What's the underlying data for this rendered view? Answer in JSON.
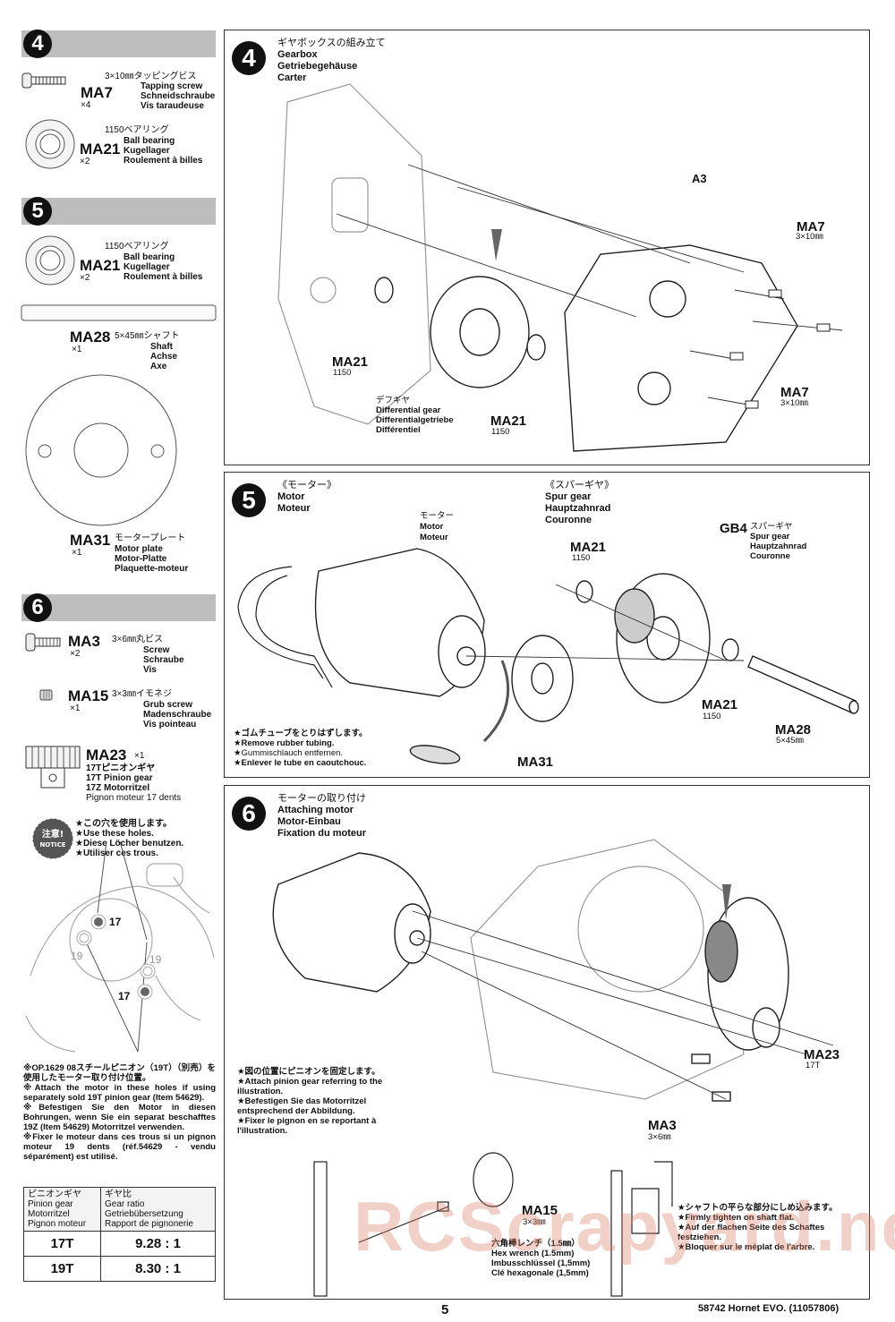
{
  "left_column": {
    "step4": {
      "number": "4",
      "parts": [
        {
          "code": "MA7",
          "qty": "×4",
          "jp": "3×10㎜タッピングビス",
          "en": "Tapping screw",
          "de": "Schneidschraube",
          "fr": "Vis taraudeuse",
          "icon": "tapping-screw-icon"
        },
        {
          "code": "MA21",
          "qty": "×2",
          "jp": "1150ベアリング",
          "en": "Ball bearing",
          "de": "Kugellager",
          "fr": "Roulement à billes",
          "icon": "ball-bearing-icon"
        }
      ]
    },
    "step5": {
      "number": "5",
      "parts": [
        {
          "code": "MA21",
          "qty": "×2",
          "jp": "1150ベアリング",
          "en": "Ball bearing",
          "de": "Kugellager",
          "fr": "Roulement à billes",
          "icon": "ball-bearing-icon"
        },
        {
          "code": "MA28",
          "qty": "×1",
          "jp": "5×45㎜シャフト",
          "en": "Shaft",
          "de": "Achse",
          "fr": "Axe",
          "icon": "shaft-icon"
        },
        {
          "code": "MA31",
          "qty": "×1",
          "jp": "モータープレート",
          "en": "Motor plate",
          "de": "Motor-Platte",
          "fr": "Plaquette-moteur",
          "icon": "motor-plate-icon"
        }
      ]
    },
    "step6": {
      "number": "6",
      "parts": [
        {
          "code": "MA3",
          "qty": "×2",
          "jp": "3×6㎜丸ビス",
          "en": "Screw",
          "de": "Schraube",
          "fr": "Vis",
          "icon": "screw-icon"
        },
        {
          "code": "MA15",
          "qty": "×1",
          "jp": "3×3㎜イモネジ",
          "en": "Grub screw",
          "de": "Madenschraube",
          "fr": "Vis pointeau",
          "icon": "grub-screw-icon"
        },
        {
          "code": "MA23",
          "qty": "×1",
          "jp": "17Tピニオンギヤ",
          "en": "17T Pinion gear",
          "de": "17Z Motorritzel",
          "fr": "Pignon moteur 17 dents",
          "icon": "pinion-gear-icon"
        }
      ]
    },
    "notice": {
      "badge_top": "注意!",
      "badge_bottom": "NOTICE",
      "lines": [
        "★この穴を使用します。",
        "★Use these holes.",
        "★Diese Löcher benutzen.",
        "★Utiliser ces trous."
      ],
      "hole_labels": {
        "a": "17",
        "b": "19",
        "c": "19",
        "d": "17"
      }
    },
    "option_note": {
      "jp": "※OP.1629 08スチールピニオン（19T）（別売）を使用したモーター取り付け位置。",
      "en": "※Attach the motor in these holes if using separately sold 19T pinion gear (Item 54629).",
      "de": "※Befestigen Sie den Motor in diesen Bohrungen, wenn Sie ein separat beschafftes 19Z (Item 54629) Motorritzel verwenden.",
      "fr": "※Fixer le moteur dans ces trous si un pignon moteur 19 dents (réf.54629 - vendu séparément) est utilisé."
    },
    "ratio_table": {
      "headers": [
        [
          "ピニオンギヤ",
          "Pinion gear",
          "Motorritzel",
          "Pignon moteur"
        ],
        [
          "ギヤ比",
          "Gear ratio",
          "Getriebübersetzung",
          "Rapport de pignonerie"
        ]
      ],
      "rows": [
        {
          "pinion": "17T",
          "ratio": "9.28 : 1"
        },
        {
          "pinion": "19T",
          "ratio": "8.30 : 1"
        }
      ]
    }
  },
  "panels": {
    "step4": {
      "number": "4",
      "title_jp": "ギヤボックスの組み立て",
      "title_en": "Gearbox",
      "title_de": "Getriebegehäuse",
      "title_fr": "Carter",
      "callouts": {
        "a3": "A3",
        "ma7_top": "MA7",
        "ma7_top_size": "3×10㎜",
        "ma7_bottom": "MA7",
        "ma7_bottom_size": "3×10㎜",
        "ma21_left": "MA21",
        "ma21_left_size": "1150",
        "ma21_mid": "MA21",
        "ma21_mid_size": "1150",
        "diff_jp": "デフギヤ",
        "diff_en": "Differential gear",
        "diff_de": "Differentialgetriebe",
        "diff_fr": "Différentiel"
      }
    },
    "step5": {
      "number": "5",
      "motor_jp": "《モーター》",
      "motor_en": "Motor",
      "motor_fr": "Moteur",
      "spur_jp": "《スパーギヤ》",
      "spur_en": "Spur gear",
      "spur_de": "Hauptzahnrad",
      "spur_fr": "Couronne",
      "callouts": {
        "motor_jp": "モーター",
        "motor_en": "Motor",
        "motor_fr": "Moteur",
        "gb4": "GB4",
        "gb4_jp": "スパーギヤ",
        "gb4_en": "Spur gear",
        "gb4_de": "Hauptzahnrad",
        "gb4_fr": "Couronne",
        "ma21_top": "MA21",
        "ma21_top_size": "1150",
        "ma21_bottom": "MA21",
        "ma21_bottom_size": "1150",
        "ma28": "MA28",
        "ma28_size": "5×45㎜",
        "ma31": "MA31"
      },
      "note": [
        "★ゴムチューブをとりはずします。",
        "★Remove rubber tubing.",
        "★Gummischlauch entfernen.",
        "★Enlever le tube en caoutchouc."
      ]
    },
    "step6": {
      "number": "6",
      "title_jp": "モーターの取り付け",
      "title_en": "Attaching motor",
      "title_de": "Motor-Einbau",
      "title_fr": "Fixation du moteur",
      "callouts": {
        "ma23": "MA23",
        "ma23_size": "17T",
        "ma3": "MA3",
        "ma3_size": "3×6㎜",
        "ma15": "MA15",
        "ma15_size": "3×3㎜",
        "hex_jp": "六角棒レンチ（1.5㎜）",
        "hex_en": "Hex wrench (1.5mm)",
        "hex_de": "Imbusschlüssel (1,5mm)",
        "hex_fr": "Clé hexagonale (1,5mm)"
      },
      "note_pinion": [
        "★図の位置にピニオンを固定します。",
        "★Attach pinion gear referring to the illustration.",
        "★Befestigen Sie das Motorritzel entsprechend der Abbildung.",
        "★Fixer le pignon en se reportant à l'illustration."
      ],
      "note_shaft": [
        "★シャフトの平らな部分にしめ込みます。",
        "★Firmly tighten on shaft flat.",
        "★Auf der flachen Seite des Schaftes festziehen.",
        "★Bloquer sur le méplat de l'arbre."
      ]
    }
  },
  "footer": {
    "page_number": "5",
    "product": "58742  Hornet EVO. (11057806)",
    "watermark": "RCScrapyard.net"
  }
}
